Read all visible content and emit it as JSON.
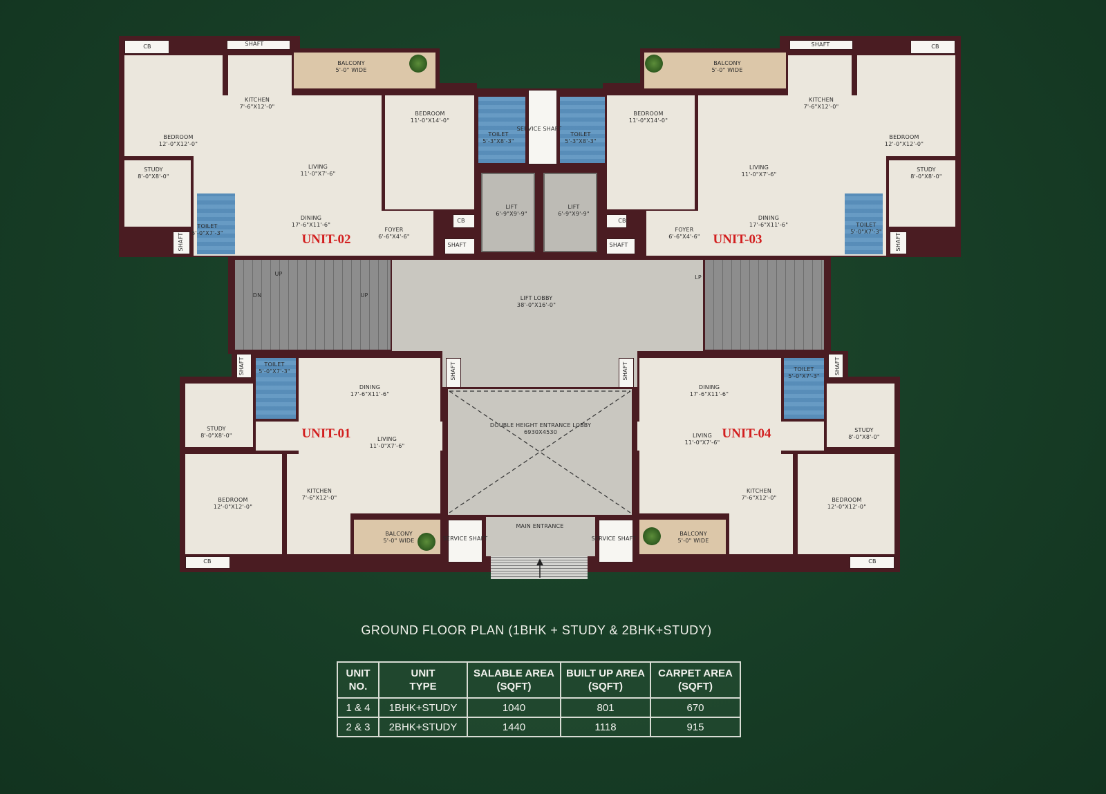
{
  "plan": {
    "title": "GROUND FLOOR PLAN (1BHK + STUDY & 2BHK+STUDY)",
    "units": [
      "UNIT-02",
      "UNIT-03",
      "UNIT-01",
      "UNIT-04"
    ],
    "rooms": [
      {
        "name": "CB",
        "size": ""
      },
      {
        "name": "SHAFT",
        "size": ""
      },
      {
        "name": "BALCONY",
        "size": "5'-0\" WIDE"
      },
      {
        "name": "KITCHEN",
        "size": "7'-6\"X12'-0\""
      },
      {
        "name": "BEDROOM",
        "size": "12'-0\"X12'-0\""
      },
      {
        "name": "LIVING",
        "size": "11'-0\"X7'-6\""
      },
      {
        "name": "BEDROOM",
        "size": "11'-0\"X14'-0\""
      },
      {
        "name": "STUDY",
        "size": "8'-0\"X8'-0\""
      },
      {
        "name": "TOILET",
        "size": "5'-0\"X7'-3\""
      },
      {
        "name": "SHAFT",
        "size": ""
      },
      {
        "name": "DINING",
        "size": "17'-6\"X11'-6\""
      },
      {
        "name": "FOYER",
        "size": "6'-6\"X4'-6\""
      },
      {
        "name": "CB",
        "size": ""
      },
      {
        "name": "SHAFT",
        "size": ""
      },
      {
        "name": "TOILET",
        "size": "5'-3\"X8'-3\""
      },
      {
        "name": "SERVICE SHAFT",
        "size": ""
      },
      {
        "name": "TOILET",
        "size": "5'-3\"X8'-3\""
      },
      {
        "name": "LIFT",
        "size": "6'-9\"X9'-9\""
      },
      {
        "name": "LIFT",
        "size": "6'-9\"X9'-9\""
      },
      {
        "name": "CB",
        "size": ""
      },
      {
        "name": "SHAFT",
        "size": ""
      },
      {
        "name": "SHAFT",
        "size": ""
      },
      {
        "name": "CB",
        "size": ""
      },
      {
        "name": "BALCONY",
        "size": "5'-0\" WIDE"
      },
      {
        "name": "KITCHEN",
        "size": "7'-6\"X12'-0\""
      },
      {
        "name": "BEDROOM",
        "size": "12'-0\"X12'-0\""
      },
      {
        "name": "BEDROOM",
        "size": "11'-0\"X14'-0\""
      },
      {
        "name": "LIVING",
        "size": "11'-0\"X7'-6\""
      },
      {
        "name": "STUDY",
        "size": "8'-0\"X8'-0\""
      },
      {
        "name": "TOILET",
        "size": "5'-0\"X7'-3\""
      },
      {
        "name": "SHAFT",
        "size": ""
      },
      {
        "name": "DINING",
        "size": "17'-6\"X11'-6\""
      },
      {
        "name": "FOYER",
        "size": "6'-6\"X4'-6\""
      },
      {
        "name": "UP",
        "size": ""
      },
      {
        "name": "DN",
        "size": ""
      },
      {
        "name": "UP",
        "size": ""
      },
      {
        "name": "LIFT LOBBY",
        "size": "38'-0\"X16'-0\""
      },
      {
        "name": "LP",
        "size": ""
      },
      {
        "name": "TOILET",
        "size": "5'-0\"X7'-3\""
      },
      {
        "name": "SHAFT",
        "size": ""
      },
      {
        "name": "DINING",
        "size": "17'-6\"X11'-6\""
      },
      {
        "name": "STUDY",
        "size": "8'-0\"X8'-0\""
      },
      {
        "name": "LIVING",
        "size": "11'-0\"X7'-6\""
      },
      {
        "name": "BEDROOM",
        "size": "12'-0\"X12'-0\""
      },
      {
        "name": "KITCHEN",
        "size": "7'-6\"X12'-0\""
      },
      {
        "name": "BALCONY",
        "size": "5'-0\" WIDE"
      },
      {
        "name": "CB",
        "size": ""
      },
      {
        "name": "SHAFT",
        "size": ""
      },
      {
        "name": "DOUBLE HEIGHT ENTRANCE LOBBY",
        "size": "6930X4530"
      },
      {
        "name": "SERVICE SHAFT",
        "size": ""
      },
      {
        "name": "MAIN ENTRANCE",
        "size": ""
      },
      {
        "name": "SERVICE SHAFT",
        "size": ""
      },
      {
        "name": "SHAFT",
        "size": ""
      },
      {
        "name": "TOILET",
        "size": "5'-0\"X7'-3\""
      },
      {
        "name": "SHAFT",
        "size": ""
      },
      {
        "name": "DINING",
        "size": "17'-6\"X11'-6\""
      },
      {
        "name": "LIVING",
        "size": "11'-0\"X7'-6\""
      },
      {
        "name": "STUDY",
        "size": "8'-0\"X8'-0\""
      },
      {
        "name": "KITCHEN",
        "size": "7'-6\"X12'-0\""
      },
      {
        "name": "BEDROOM",
        "size": "12'-0\"X12'-0\""
      },
      {
        "name": "BALCONY",
        "size": "5'-0\" WIDE"
      },
      {
        "name": "CB",
        "size": ""
      }
    ]
  },
  "area_table": {
    "headers": [
      "UNIT\nNO.",
      "UNIT\nTYPE",
      "SALABLE AREA\n(SQFT)",
      "BUILT UP AREA\n(SQFT)",
      "CARPET AREA\n(SQFT)"
    ],
    "rows": [
      [
        "1 & 4",
        "1BHK+STUDY",
        "1040",
        "801",
        "670"
      ],
      [
        "2 & 3",
        "2BHK+STUDY",
        "1440",
        "1118",
        "915"
      ]
    ]
  },
  "colors": {
    "background": "#173d26",
    "walls": "#4a1c22",
    "unit_label": "#d21f1f",
    "floor": "#ebe7dd",
    "toilet": "#9cc3dc",
    "balcony": "#dcc7a9"
  }
}
